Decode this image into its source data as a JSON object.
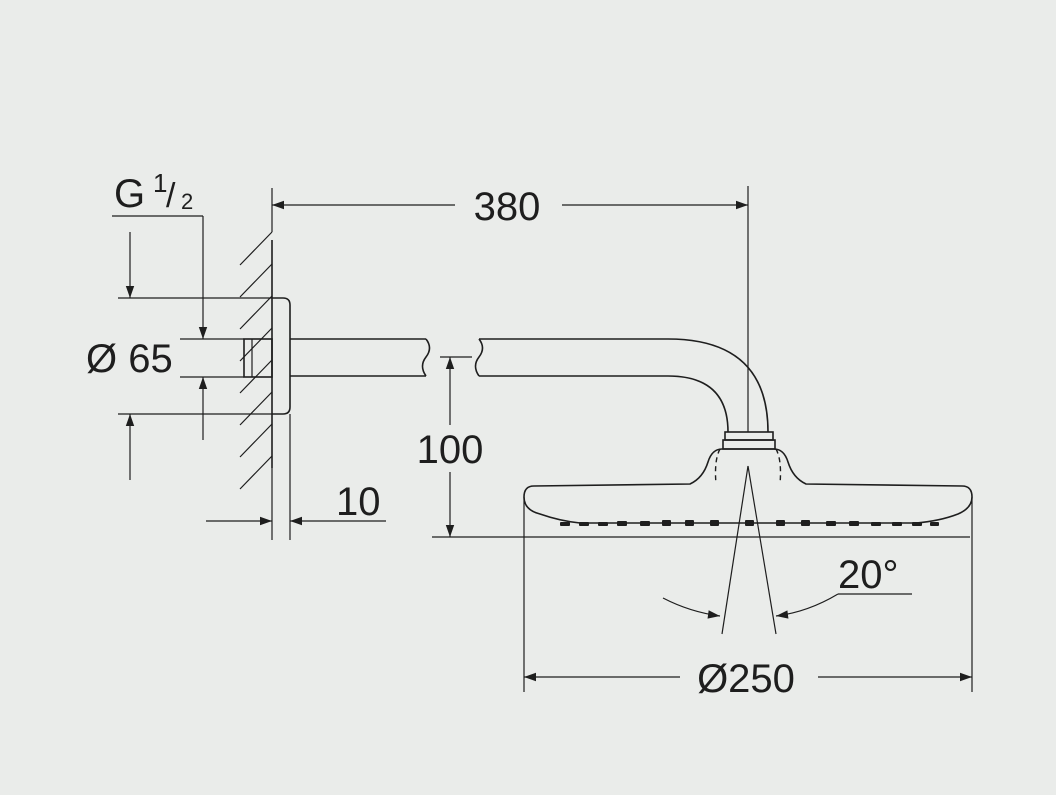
{
  "dimensions": {
    "length": "380",
    "thread_main": "G",
    "thread_num": "1",
    "thread_den": "2",
    "flange_diameter": "Ø 65",
    "drop_height": "100",
    "flange_depth": "10",
    "spray_angle": "20°",
    "head_diameter": "Ø250"
  },
  "colors": {
    "background": "#eaecea",
    "line": "#1e1e1e"
  }
}
